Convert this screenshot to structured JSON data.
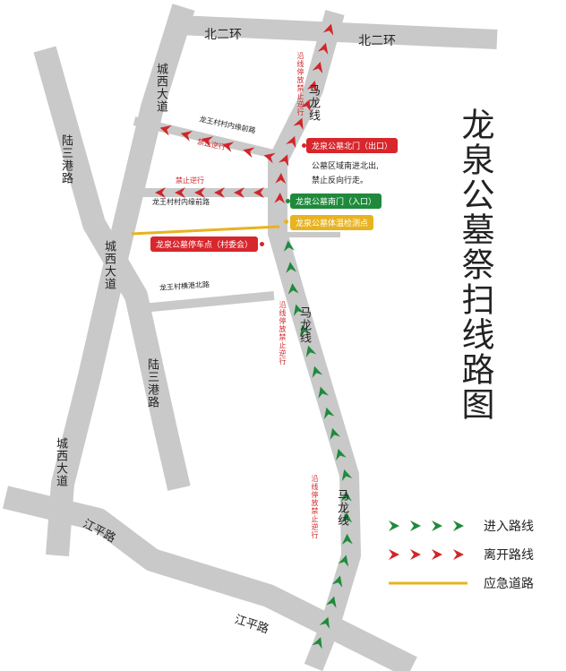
{
  "title": "龙泉公墓祭扫线路图",
  "roads": {
    "beierhuan_left": "北二环",
    "beierhuan_right": "北二环",
    "chengxi_top": "城西大道",
    "chengxi_mid": "城西大道",
    "chengxi_bottom": "城西大道",
    "lusangang_left": "陆三港路",
    "lusangang_mid": "陆三港路",
    "malong_top": "马龙线",
    "malong_mid": "马龙线",
    "malong_bottom": "马龙线",
    "jiangping_left": "江平路",
    "jiangping_bottom": "江平路",
    "longwang_north": "龙王村村内缘前路",
    "longwang_inner": "龙王村村内缘前路",
    "longwang_hengang": "龙王村横港北路"
  },
  "notices": {
    "no_reverse_1": "禁止逆行",
    "no_reverse_2": "禁止逆行",
    "no_parking_top": "沿线停放禁止逆行",
    "no_parking_mid": "沿线停放禁止逆行",
    "no_parking_bottom": "沿线停放禁止逆行",
    "rule_line1": "公墓区域南进北出,",
    "rule_line2": "禁止反向行走。"
  },
  "tags": {
    "north_gate": "龙泉公墓北门（出口）",
    "south_gate": "龙泉公墓南门（入口）",
    "checkpoint": "龙泉公墓体温检测点",
    "parking": "龙泉公墓停车点（村委会）"
  },
  "legend": {
    "enter": "进入路线",
    "leave": "离开路线",
    "emergency": "应急道路"
  },
  "colors": {
    "road": "#c9c9c9",
    "enter_arrow": "#1f8a3c",
    "leave_arrow": "#d0262a",
    "emergency": "#e8b321",
    "tag_red": "#d7262c",
    "tag_green": "#1f8a3c",
    "tag_yellow": "#e8b321"
  }
}
